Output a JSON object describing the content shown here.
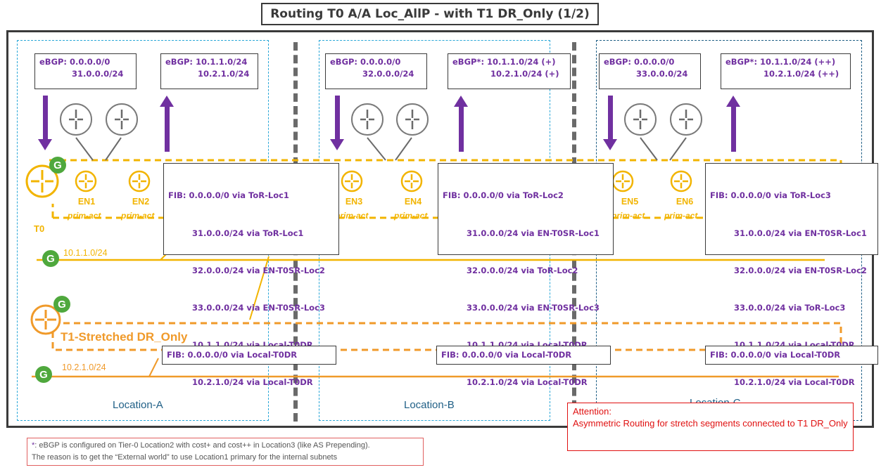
{
  "title": "Routing T0 A/A Loc_AllP - with T1 DR_Only (1/2)",
  "locations": [
    "Location-A",
    "Location-B",
    "Location-C"
  ],
  "bgp_in": [
    {
      "line1": "eBGP: 0.0.0.0/0",
      "line2": "31.0.0.0/24"
    },
    {
      "line1": "eBGP: 0.0.0.0/0",
      "line2": "32.0.0.0/24"
    },
    {
      "line1": "eBGP: 0.0.0.0/0",
      "line2": "33.0.0.0/24"
    }
  ],
  "bgp_out": [
    {
      "line1": "eBGP: 10.1.1.0/24",
      "line2": "10.2.1.0/24"
    },
    {
      "line1": "eBGP*: 10.1.1.0/24 (+)",
      "line2": "10.2.1.0/24 (+)"
    },
    {
      "line1": "eBGP*: 10.1.1.0/24 (++)",
      "line2": "10.2.1.0/24 (++)"
    }
  ],
  "edge_nodes": [
    {
      "name": "EN1",
      "role": "prim-act"
    },
    {
      "name": "EN2",
      "role": "prim-act"
    },
    {
      "name": "EN3",
      "role": "prim-act"
    },
    {
      "name": "EN4",
      "role": "prim-act"
    },
    {
      "name": "EN5",
      "role": "prim-act"
    },
    {
      "name": "EN6",
      "role": "prim-act"
    }
  ],
  "t0_label": "T0",
  "t1_label": "T1-Stretched DR_Only",
  "badge": "G",
  "segments": {
    "s1": "10.1.1.0/24",
    "s2": "10.2.1.0/24"
  },
  "t0_fib": [
    [
      "FIB: 0.0.0.0/0 via ToR-Loc1",
      "31.0.0.0/24 via ToR-Loc1",
      "32.0.0.0/24 via EN-T0SR-Loc2",
      "33.0.0.0/24 via EN-T0SR-Loc3",
      "10.1.1.0/24 via Local-T0DR",
      "10.2.1.0/24 via Local-T0DR"
    ],
    [
      "FIB: 0.0.0.0/0 via ToR-Loc2",
      "31.0.0.0/24 via EN-T0SR-Loc1",
      "32.0.0.0/24 via ToR-Loc2",
      "33.0.0.0/24 via EN-T0SR-Loc3",
      "10.1.1.0/24 via Local-T0DR",
      "10.2.1.0/24 via Local-T0DR"
    ],
    [
      "FIB: 0.0.0.0/0 via ToR-Loc3",
      "31.0.0.0/24 via EN-T0SR-Loc1",
      "32.0.0.0/24 via EN-T0SR-Loc2",
      "33.0.0.0/24 via ToR-Loc3",
      "10.1.1.0/24 via Local-T0DR",
      "10.2.1.0/24 via Local-T0DR"
    ]
  ],
  "t1_fib": [
    "FIB: 0.0.0.0/0 via Local-T0DR",
    "FIB: 0.0.0.0/0 via Local-T0DR",
    "FIB: 0.0.0.0/0 via Local-T0DR"
  ],
  "attention": {
    "heading": "Attention:",
    "body": "Asymmetric Routing for stretch segments connected to T1 DR_Only"
  },
  "footnote": {
    "star": "*",
    "line1": ": eBGP is configured on Tier-0 Location2 with cost+ and cost++ in Location3 (like AS Prepending).",
    "line2": "The reason is to get the “External world” to use Location1 primary for the internal subnets"
  },
  "colors": {
    "t0": "#f2b400",
    "t1": "#f09a2a",
    "bgp": "#7030a0",
    "badge": "#4fa83d",
    "attention": "#e01010"
  }
}
